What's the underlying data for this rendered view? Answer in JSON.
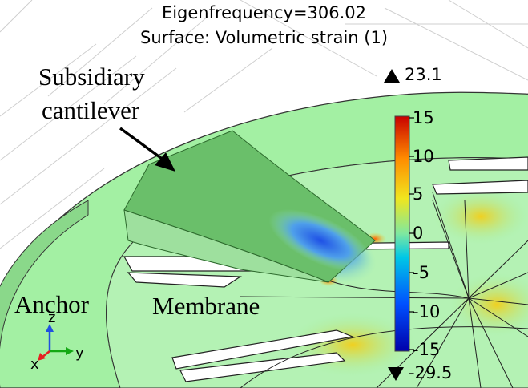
{
  "title": "Eigenfrequency=306.02",
  "subtitle": "Surface: Volumetric strain (1)",
  "max_label": "23.1",
  "min_label": "-29.5",
  "annotations": {
    "subsidiary_line1": "Subsidiary",
    "subsidiary_line2": "cantilever",
    "anchor": "Anchor",
    "membrane": "Membrane"
  },
  "colorbar": {
    "ticks": [
      "15",
      "10",
      "5",
      "0",
      "-5",
      "-10",
      "-15"
    ],
    "tick_values": [
      15,
      10,
      5,
      0,
      -5,
      -10,
      -15
    ],
    "range": [
      -15,
      15
    ],
    "colors": [
      "#0000aa",
      "#0050ff",
      "#00c8e6",
      "#7fe8a0",
      "#f0e61e",
      "#ff8c00",
      "#c80000"
    ]
  },
  "axes": {
    "x": "x",
    "y": "y",
    "z": "z"
  },
  "colors": {
    "surface_green": "#a3f0a3",
    "cantilever_green": "#6abf6a",
    "axis_x": "#e62020",
    "axis_y": "#14a814",
    "axis_z": "#2050e0"
  }
}
